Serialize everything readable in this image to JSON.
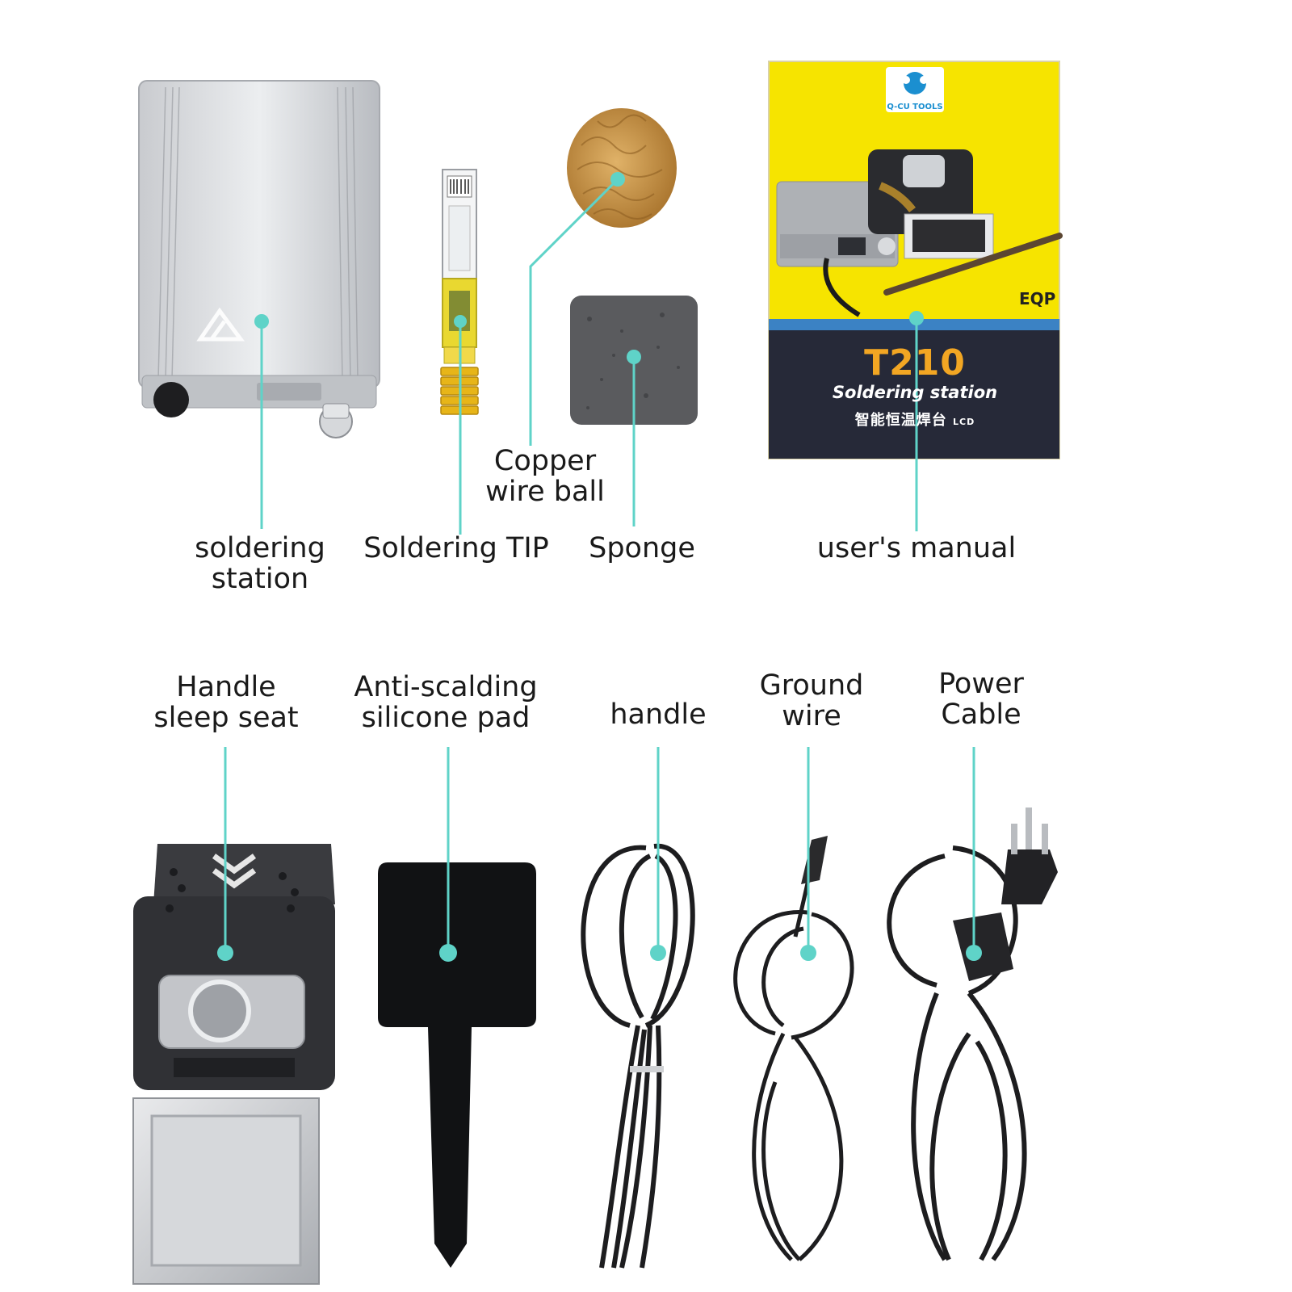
{
  "labels": {
    "soldering_station": [
      "soldering",
      "station"
    ],
    "soldering_tip": [
      "Soldering TIP"
    ],
    "copper_wire_ball": [
      "Copper",
      "wire ball"
    ],
    "sponge": [
      "Sponge"
    ],
    "users_manual": [
      "user's manual"
    ],
    "handle_sleep_seat": [
      "Handle",
      "sleep seat"
    ],
    "anti_scalding_pad": [
      "Anti-scalding",
      "silicone pad"
    ],
    "handle": [
      "handle"
    ],
    "ground_wire": [
      "Ground",
      "wire"
    ],
    "power_cable": [
      "Power",
      "Cable"
    ]
  },
  "manual": {
    "title": "T210",
    "subtitle": "Soldering station",
    "chinese": "智能恒温焊台",
    "suffix": "LCD",
    "model": "EQP",
    "brand": "Q-CU TOOLS"
  },
  "colors": {
    "pointer": "#5fd3c8",
    "manual_yellow": "#f6e400",
    "manual_dark": "#262938",
    "manual_accent": "#f2a623",
    "label_text": "#1a1a1a"
  }
}
